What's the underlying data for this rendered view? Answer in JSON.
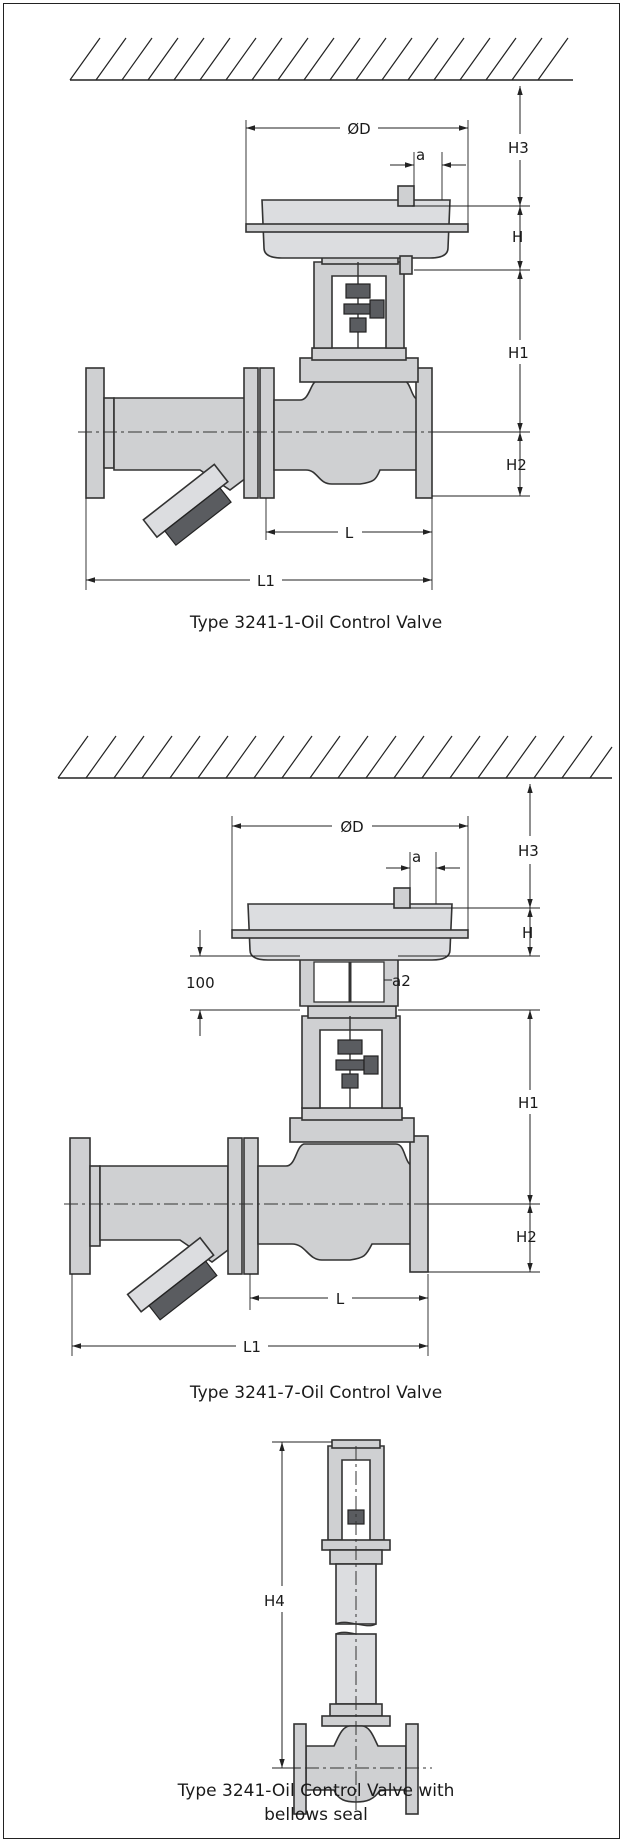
{
  "figures": [
    {
      "caption": "Type 3241-1-Oil Control Valve",
      "dims": {
        "D": "ØD",
        "a": "a",
        "H3": "H3",
        "H": "H",
        "H1": "H1",
        "H2": "H2",
        "L": "L",
        "L1": "L1"
      }
    },
    {
      "caption": "Type 3241-7-Oil Control Valve",
      "dims": {
        "D": "ØD",
        "a": "a",
        "H3": "H3",
        "H": "H",
        "h100": "100",
        "a2": "a2",
        "H1": "H1",
        "H2": "H2",
        "L": "L",
        "L1": "L1"
      }
    },
    {
      "caption_line1": "Type 3241-Oil Control Valve with",
      "caption_line2": "bellows seal",
      "dims": {
        "H4": "H4"
      }
    }
  ]
}
